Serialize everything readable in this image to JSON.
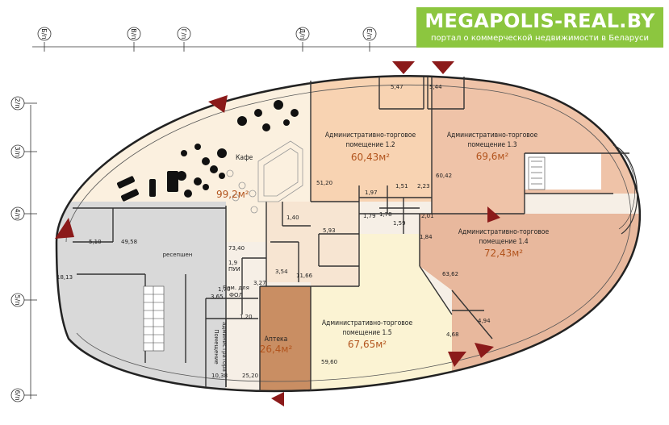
{
  "brand": {
    "title": "MEGAPOLIS-REAL.BY",
    "subtitle": "портал о коммерческой недвижимости в Беларуси",
    "color": "#8cc63f"
  },
  "axes": {
    "top": [
      "Б/п",
      "В/п",
      "Г/п",
      "Д/п",
      "Е/п"
    ],
    "left": [
      "2/п",
      "3/п",
      "4/п",
      "5/п",
      "6/п"
    ]
  },
  "rooms": {
    "cafe": {
      "name": "Кафе",
      "area": "99,2м²"
    },
    "r12": {
      "name1": "Административно-торговое",
      "name2": "помещение 1.2",
      "area": "60,43м²"
    },
    "r13": {
      "name1": "Административно-торговое",
      "name2": "помещение 1.3",
      "area": "69,6м²"
    },
    "r14": {
      "name1": "Административно-торговое",
      "name2": "помещение 1.4",
      "area": "72,43м²"
    },
    "r15": {
      "name1": "Административно-торговое",
      "name2": "помещение 1.5",
      "area": "67,65м²"
    },
    "pharmacy": {
      "name": "Аптека",
      "area": "26,4м²"
    },
    "reception": {
      "name": "ресепшен"
    },
    "admin": {
      "name1": "Помещение",
      "name2": "администратора"
    },
    "fol": {
      "name": "ФОЛ"
    },
    "pui": {
      "name": "ПУИ"
    },
    "storage": {
      "name": "Пом. для"
    }
  },
  "dims": {
    "d547": "5,47",
    "d544": "5,44",
    "d5120": "51,20",
    "d6042": "60,42",
    "d197": "1,97",
    "d151": "1,51",
    "d223": "2,23",
    "d140": "1,40",
    "d179": "1,79",
    "d178": "1,78",
    "d159": "1,59",
    "d201": "2,01",
    "d184": "1,84",
    "d593": "5,93",
    "d510": "5,10",
    "d4958": "49,58",
    "d7340": "73,40",
    "d1813": "18,13",
    "d19": "1,9",
    "d327": "3,27",
    "d354": "3,54",
    "d1166": "11,66",
    "d6362": "63,62",
    "d365": "3,65",
    "d170": "1,70",
    "d120": "1,20",
    "d468": "4,68",
    "d494": "4,94",
    "d1038": "10,38",
    "d2520": "25,20",
    "d5960": "59,60"
  }
}
